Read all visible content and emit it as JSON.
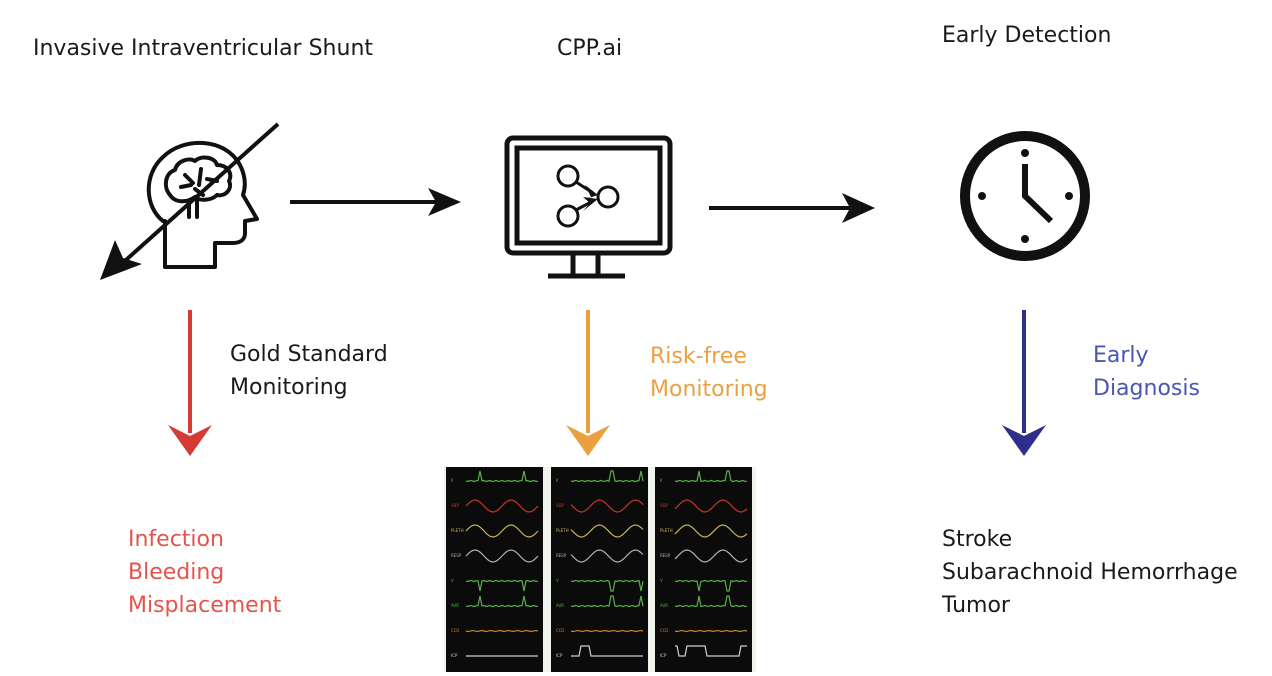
{
  "columns": [
    {
      "title": "Invasive Intraventricular Shunt",
      "icon": "head-brain-icon",
      "arrow_label": [
        "Gold Standard",
        "Monitoring"
      ],
      "arrow_color": "#d63a35",
      "arrow_label_color": "#1a1a1a",
      "outcomes": [
        "Infection",
        "Bleeding",
        "Misplacement"
      ],
      "outcome_color": "#e4544b"
    },
    {
      "title": "CPP.ai",
      "icon": "monitor-network-icon",
      "arrow_label": [
        "Risk-free",
        "Monitoring"
      ],
      "arrow_color": "#eba040",
      "arrow_label_color": "#eba040",
      "outcomes_visual": "patient-monitor-waveforms"
    },
    {
      "title": "Early Detection",
      "icon": "clock-icon",
      "arrow_label": [
        "Early",
        "Diagnosis"
      ],
      "arrow_color": "#2e2e8c",
      "arrow_label_color": "#4a56b0",
      "outcomes": [
        "Stroke",
        "Subarachnoid Hemorrhage",
        "Tumor"
      ],
      "outcome_color": "#1a1a1a"
    }
  ],
  "waveform_panels": {
    "channel_labels": [
      "II",
      "ABP",
      "PLETH",
      "RESP",
      "V",
      "AVR",
      "CO2",
      "ICP"
    ],
    "channel_colors": [
      "#5bb04a",
      "#c0392b",
      "#c9b458",
      "#a9b4bd",
      "#5bb04a",
      "#5bb04a",
      "#c9822a",
      "#cfcfcf"
    ],
    "panel_count": 3
  }
}
